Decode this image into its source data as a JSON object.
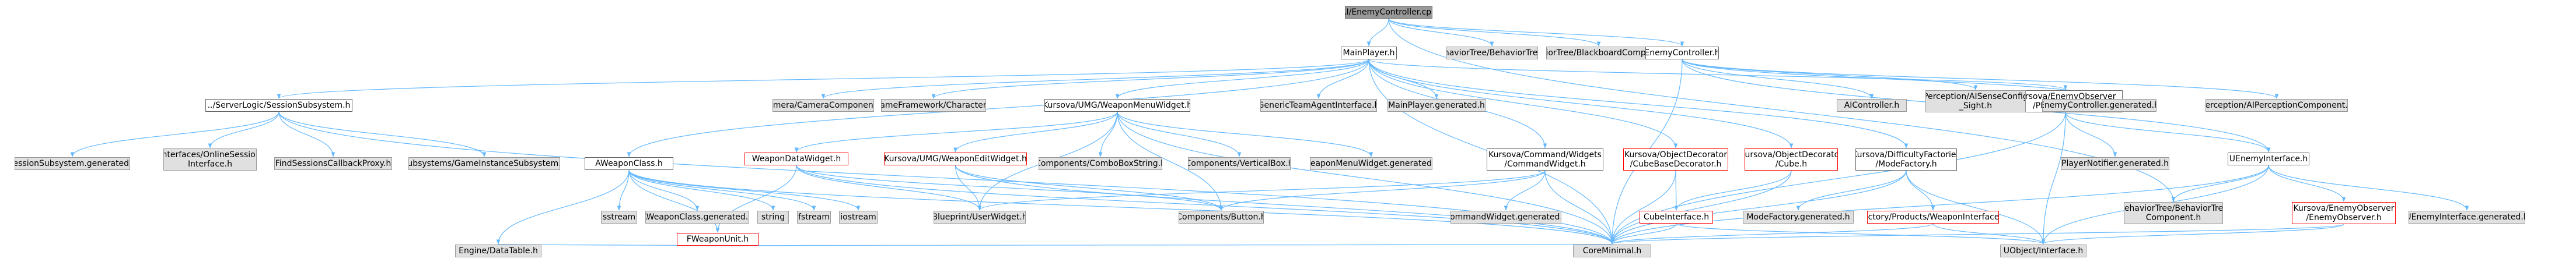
{
  "colors": {
    "edge": "#63b8ff",
    "root_fill": "#999999",
    "plain_fill": "#ffffff",
    "ext_fill": "#e0e0e0",
    "missing_border": "#ff0000"
  },
  "graph": {
    "nodes": [
      {
        "id": "root",
        "label": "AI/EnemyController.cpp",
        "style": "root"
      },
      {
        "id": "bt",
        "label": "BehaviorTree/BehaviorTree.h",
        "style": "gray"
      },
      {
        "id": "btbb",
        "label": "BehaviorTree/BlackboardComponent.h",
        "style": "gray"
      },
      {
        "id": "mp",
        "label": "MainPlayer.h",
        "style": "plain"
      },
      {
        "id": "ec",
        "label": "EnemyController.h",
        "style": "plain"
      },
      {
        "id": "sls",
        "label": "../ServerLogic/SessionSubsystem.h",
        "style": "plain"
      },
      {
        "id": "cam",
        "label": "Camera/CameraComponent.h",
        "style": "gray"
      },
      {
        "id": "gfc",
        "label": "GameFramework/Character.h",
        "style": "gray"
      },
      {
        "id": "wmw",
        "label": "Kursova/UMG/WeaponMenuWidget.h",
        "style": "plain"
      },
      {
        "id": "gti",
        "label": "GenericTeamAgentInterface.h",
        "style": "gray"
      },
      {
        "id": "mpg",
        "label": "MainPlayer.generated.h",
        "style": "gray"
      },
      {
        "id": "eo",
        "label": "Kursova/EnemyObserver\n/PlayerNotifier.h",
        "style": "plain"
      },
      {
        "id": "aic",
        "label": "AIController.h",
        "style": "gray"
      },
      {
        "id": "aisc",
        "label": "Perception/AISenseConfig\n_Sight.h",
        "style": "gray"
      },
      {
        "id": "ecg",
        "label": "EnemyController.generated.h",
        "style": "gray"
      },
      {
        "id": "aipc",
        "label": "Perception/AIPerceptionComponent.h",
        "style": "gray"
      },
      {
        "id": "ssg",
        "label": "SessionSubsystem.generated.h",
        "style": "gray"
      },
      {
        "id": "ios",
        "label": "Interfaces/OnlineSession\nInterface.h",
        "style": "gray"
      },
      {
        "id": "fsc",
        "label": "FindSessionsCallbackProxy.h",
        "style": "gray"
      },
      {
        "id": "sgs",
        "label": "Subsystems/GameInstanceSubsystem.h",
        "style": "gray"
      },
      {
        "id": "awc",
        "label": "AWeaponClass.h",
        "style": "plain"
      },
      {
        "id": "wdw",
        "label": "WeaponDataWidget.h",
        "style": "red"
      },
      {
        "id": "wew",
        "label": "Kursova/UMG/WeaponEditWidget.h",
        "style": "red"
      },
      {
        "id": "ccbs",
        "label": "Components/ComboBoxString.h",
        "style": "gray"
      },
      {
        "id": "cvb",
        "label": "Components/VerticalBox.h",
        "style": "gray"
      },
      {
        "id": "wmwg",
        "label": "WeaponMenuWidget.generated.h",
        "style": "gray"
      },
      {
        "id": "ccw",
        "label": "Kursova/Command/Widgets\n/CommandWidget.h",
        "style": "plain"
      },
      {
        "id": "cbd",
        "label": "Kursova/ObjectDecorator\n/CubeBaseDecorator.h",
        "style": "red"
      },
      {
        "id": "cube",
        "label": "Kursova/ObjectDecorator\n/Cube.h",
        "style": "red"
      },
      {
        "id": "mf",
        "label": "Kursova/DifficultyFactories\n/ModeFactory.h",
        "style": "plain"
      },
      {
        "id": "pnrg",
        "label": "PlayerNotifier.generated.h",
        "style": "gray"
      },
      {
        "id": "uei",
        "label": "UEnemyInterface.h",
        "style": "plain"
      },
      {
        "id": "sstream",
        "label": "sstream",
        "style": "gray"
      },
      {
        "id": "awcg",
        "label": "AWeaponClass.generated.h",
        "style": "gray"
      },
      {
        "id": "string",
        "label": "string",
        "style": "gray"
      },
      {
        "id": "fstream",
        "label": "fstream",
        "style": "gray"
      },
      {
        "id": "iostream",
        "label": "iostream",
        "style": "gray"
      },
      {
        "id": "fwu",
        "label": "FWeaponUnit.h",
        "style": "red"
      },
      {
        "id": "buw",
        "label": "Blueprint/UserWidget.h",
        "style": "gray"
      },
      {
        "id": "cbtn",
        "label": "Components/Button.h",
        "style": "gray"
      },
      {
        "id": "cwg",
        "label": "CommandWidget.generated.h",
        "style": "gray"
      },
      {
        "id": "cubei",
        "label": "CubeInterface.h",
        "style": "red"
      },
      {
        "id": "mfg",
        "label": "ModeFactory.generated.h",
        "style": "gray"
      },
      {
        "id": "fpwi",
        "label": "Factory/Products/WeaponInterface.h",
        "style": "red"
      },
      {
        "id": "btbc",
        "label": "BehaviorTree/BehaviorTree\nComponent.h",
        "style": "gray"
      },
      {
        "id": "eeo",
        "label": "Kursova/EnemyObserver\n/EnemyObserver.h",
        "style": "red"
      },
      {
        "id": "ueig",
        "label": "UEnemyInterface.generated.h",
        "style": "gray"
      },
      {
        "id": "edt",
        "label": "Engine/DataTable.h",
        "style": "gray"
      },
      {
        "id": "cmin",
        "label": "CoreMinimal.h",
        "style": "gray"
      },
      {
        "id": "uoi",
        "label": "UObject/Interface.h",
        "style": "gray"
      }
    ],
    "edges": [
      [
        "root",
        "mp"
      ],
      [
        "root",
        "bt"
      ],
      [
        "root",
        "btbb"
      ],
      [
        "root",
        "ec"
      ],
      [
        "root",
        "btbc"
      ],
      [
        "mp",
        "sls"
      ],
      [
        "mp",
        "cam"
      ],
      [
        "mp",
        "gfc"
      ],
      [
        "mp",
        "wmw"
      ],
      [
        "mp",
        "gti"
      ],
      [
        "mp",
        "mpg"
      ],
      [
        "mp",
        "eo"
      ],
      [
        "mp",
        "awc"
      ],
      [
        "mp",
        "ccw"
      ],
      [
        "mp",
        "cbd"
      ],
      [
        "mp",
        "cube"
      ],
      [
        "mp",
        "mf"
      ],
      [
        "mp",
        "cmin"
      ],
      [
        "ec",
        "aic"
      ],
      [
        "ec",
        "aisc"
      ],
      [
        "ec",
        "ecg"
      ],
      [
        "ec",
        "aipc"
      ],
      [
        "ec",
        "uei"
      ],
      [
        "ec",
        "cmin"
      ],
      [
        "sls",
        "ssg"
      ],
      [
        "sls",
        "ios"
      ],
      [
        "sls",
        "fsc"
      ],
      [
        "sls",
        "sgs"
      ],
      [
        "sls",
        "cmin"
      ],
      [
        "wmw",
        "wdw"
      ],
      [
        "wmw",
        "wew"
      ],
      [
        "wmw",
        "ccbs"
      ],
      [
        "wmw",
        "cvb"
      ],
      [
        "wmw",
        "wmwg"
      ],
      [
        "wmw",
        "buw"
      ],
      [
        "wmw",
        "cbtn"
      ],
      [
        "wmw",
        "cmin"
      ],
      [
        "eo",
        "pnrg"
      ],
      [
        "eo",
        "uei"
      ],
      [
        "eo",
        "cmin"
      ],
      [
        "eo",
        "uoi"
      ],
      [
        "awc",
        "sstream"
      ],
      [
        "awc",
        "awcg"
      ],
      [
        "awc",
        "string"
      ],
      [
        "awc",
        "fstream"
      ],
      [
        "awc",
        "iostream"
      ],
      [
        "awc",
        "fwu"
      ],
      [
        "awc",
        "cmin"
      ],
      [
        "awc",
        "edt"
      ],
      [
        "wdw",
        "fwu"
      ],
      [
        "wdw",
        "buw"
      ],
      [
        "wdw",
        "cbtn"
      ],
      [
        "wdw",
        "cmin"
      ],
      [
        "wew",
        "buw"
      ],
      [
        "wew",
        "cbtn"
      ],
      [
        "wew",
        "cmin"
      ],
      [
        "ccw",
        "buw"
      ],
      [
        "ccw",
        "cbtn"
      ],
      [
        "ccw",
        "cwg"
      ],
      [
        "ccw",
        "cmin"
      ],
      [
        "cbd",
        "cubei"
      ],
      [
        "cbd",
        "cmin"
      ],
      [
        "cube",
        "cubei"
      ],
      [
        "cube",
        "cmin"
      ],
      [
        "mf",
        "mfg"
      ],
      [
        "mf",
        "fpwi"
      ],
      [
        "mf",
        "cmin"
      ],
      [
        "mf",
        "uoi"
      ],
      [
        "uei",
        "btbc"
      ],
      [
        "uei",
        "eeo"
      ],
      [
        "uei",
        "ueig"
      ],
      [
        "uei",
        "cmin"
      ],
      [
        "uei",
        "uoi"
      ],
      [
        "fwu",
        "edt"
      ],
      [
        "fwu",
        "cmin"
      ],
      [
        "cubei",
        "cmin"
      ],
      [
        "cubei",
        "uoi"
      ],
      [
        "fpwi",
        "cmin"
      ],
      [
        "fpwi",
        "uoi"
      ],
      [
        "eeo",
        "cmin"
      ],
      [
        "eeo",
        "uoi"
      ]
    ]
  }
}
